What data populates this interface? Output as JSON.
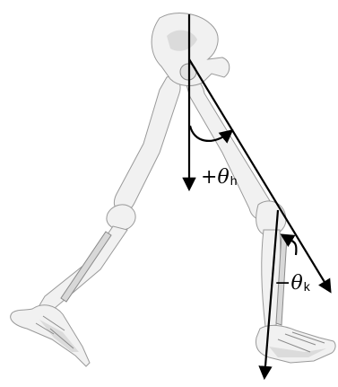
{
  "figure": {
    "labels": {
      "hip_angle": {
        "sign": "+",
        "symbol": "θ",
        "subscript": "h"
      },
      "knee_angle": {
        "sign": "−",
        "symbol": "θ",
        "subscript": "k"
      }
    }
  }
}
